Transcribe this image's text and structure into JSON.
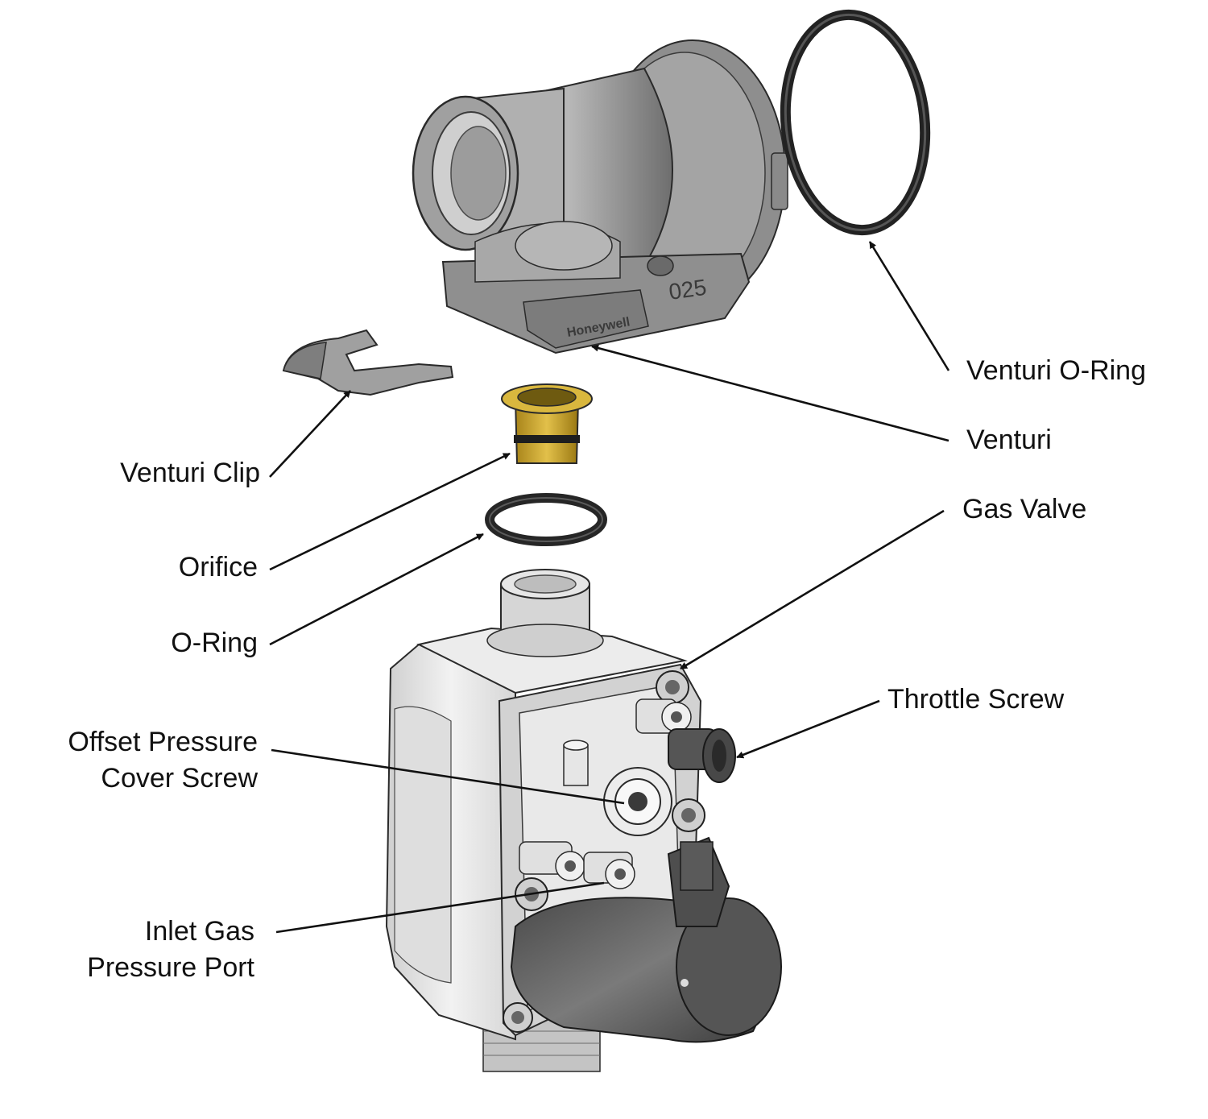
{
  "labels": {
    "venturi_o_ring": "Venturi O-Ring",
    "venturi": "Venturi",
    "gas_valve": "Gas Valve",
    "throttle_screw": "Throttle Screw",
    "venturi_clip": "Venturi Clip",
    "orifice": "Orifice",
    "o_ring": "O-Ring",
    "offset_pressure_line1": "Offset Pressure",
    "offset_pressure_line2": "Cover Screw",
    "inlet_gas_line1": "Inlet Gas",
    "inlet_gas_line2": "Pressure Port"
  },
  "part_markings": {
    "venturi_code": "025",
    "brand": "Honeywell"
  },
  "colors": {
    "part_gray": "#9a9a9a",
    "part_dark": "#5a5a5a",
    "valve_body": "#e8e8e8",
    "orifice_brass": "#c9a227",
    "ring_black": "#2b2b2b",
    "line": "#111111"
  }
}
